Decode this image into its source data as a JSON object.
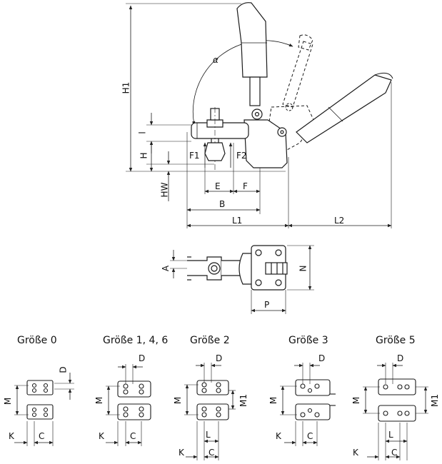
{
  "side_view": {
    "dims": {
      "H1": "H1",
      "alpha": "α",
      "l": "l",
      "H": "H",
      "HW": "HW",
      "F1": "F1",
      "F2": "F2",
      "E": "E",
      "F": "F",
      "B": "B",
      "L1": "L1",
      "L2": "L2"
    }
  },
  "top_view": {
    "dims": {
      "A": "A",
      "N": "N",
      "P": "P"
    }
  },
  "sizes": [
    {
      "title": "Größe 0",
      "labels": {
        "D": "D",
        "M": "M",
        "K": "K",
        "C": "C"
      }
    },
    {
      "title": "Größe 1, 4, 6",
      "labels": {
        "D": "D",
        "M": "M",
        "K": "K",
        "C": "C"
      }
    },
    {
      "title": "Größe 2",
      "labels": {
        "D": "D",
        "M": "M",
        "M1": "M1",
        "L": "L",
        "K": "K",
        "C": "C"
      }
    },
    {
      "title": "Größe 3",
      "labels": {
        "D": "D",
        "M": "M",
        "K": "K",
        "C": "C"
      }
    },
    {
      "title": "Größe 5",
      "labels": {
        "D": "D",
        "M": "M",
        "M1": "M1",
        "L": "L",
        "K": "K",
        "C": "C"
      }
    }
  ],
  "colors": {
    "line": "#1a1a1a",
    "dim": "#222222"
  }
}
